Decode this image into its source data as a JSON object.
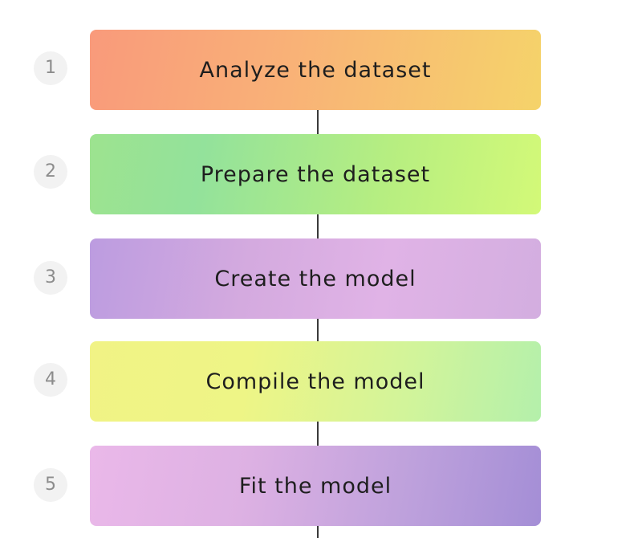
{
  "steps": [
    {
      "number": "1",
      "label": "Analyze the dataset"
    },
    {
      "number": "2",
      "label": "Prepare the dataset"
    },
    {
      "number": "3",
      "label": "Create the model"
    },
    {
      "number": "4",
      "label": "Compile the model"
    },
    {
      "number": "5",
      "label": "Fit the model"
    }
  ],
  "colors": {
    "connector": "#3a3a3a",
    "number_badge_bg": "#f2f2f2",
    "number_text": "#8c8c8c",
    "step_text": "#1e1e1e"
  }
}
